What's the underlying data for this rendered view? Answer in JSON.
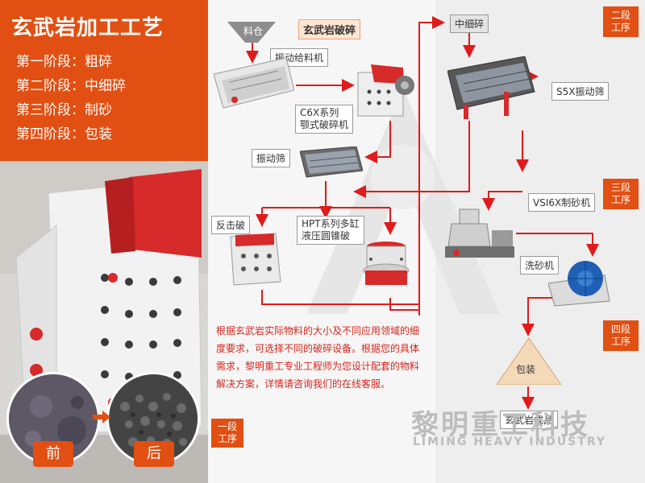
{
  "title": "玄武岩加工工艺",
  "stages": [
    "第一阶段：粗碎",
    "第二阶段：中细碎",
    "第三阶段：制砂",
    "第四阶段：包装"
  ],
  "flow": {
    "bin": "料仓",
    "crush_header": "玄武岩破碎",
    "vibrating_feeder": "振动给料机",
    "jaw_crusher_line1": "C6X系列",
    "jaw_crusher_line2": "颚式破碎机",
    "vibrating_screen": "振动筛",
    "impact_crusher": "反击破",
    "cone_crusher_line1": "HPT系列多缸",
    "cone_crusher_line2": "液压圆锥破",
    "medium_fine": "中细碎",
    "s5x_screen": "S5X振动筛",
    "vsi_sand_maker": "VSI6X制砂机",
    "sand_washer": "洗砂机",
    "packaging": "包装",
    "finished_product": "玄武岩成品"
  },
  "stage_badges": {
    "stage1_line1": "一段",
    "stage1_line2": "工序",
    "stage2_line1": "二段",
    "stage2_line2": "工序",
    "stage3_line1": "三段",
    "stage3_line2": "工序",
    "stage4_line1": "四段",
    "stage4_line2": "工序"
  },
  "description": "根据玄武岩实际物料的大小及不同应用领域的细度要求，可选择不同的破碎设备。根据您的具体需求，黎明重工专业工程师为您设计配套的物料解决方案，详情请咨询我们的在线客服。",
  "photo_labels": {
    "before": "前",
    "after": "后"
  },
  "watermark": {
    "cn": "黎明重工科技",
    "en": "LIMING HEAVY INDUSTRY"
  },
  "colors": {
    "accent": "#e24f12",
    "arrow": "#e01b1b",
    "note_text": "#d9261c"
  }
}
